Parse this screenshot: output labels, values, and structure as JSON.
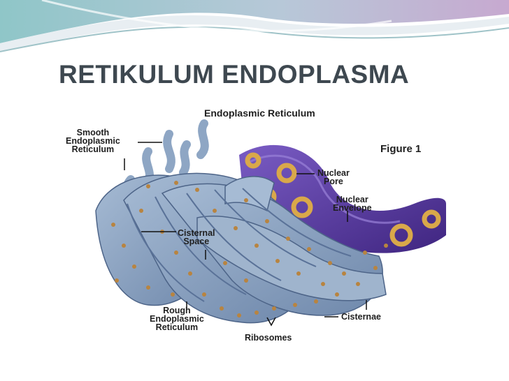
{
  "slide": {
    "title": "RETIKULUM ENDOPLASMA"
  },
  "figure": {
    "heading": "Endoplasmic Reticulum",
    "figure_label": "Figure 1",
    "labels": {
      "smooth_er": [
        "Smooth",
        "Endoplasmic",
        "Reticulum"
      ],
      "nuclear_pore": [
        "Nuclear",
        "Pore"
      ],
      "nuclear_envelope": [
        "Nuclear",
        "Envelope"
      ],
      "cisternal_space": [
        "Cisternal",
        "Space"
      ],
      "rough_er": [
        "Rough",
        "Endoplasmic",
        "Reticulum"
      ],
      "cisternae": "Cisternae",
      "ribosomes": "Ribosomes"
    }
  },
  "colors": {
    "banner_teal": "#8fc6c8",
    "banner_lilac": "#c7a9d0",
    "er_blue": "#8ea6c4",
    "nucleus_purple": "#5a3aa0",
    "ribosome": "#b88440"
  }
}
